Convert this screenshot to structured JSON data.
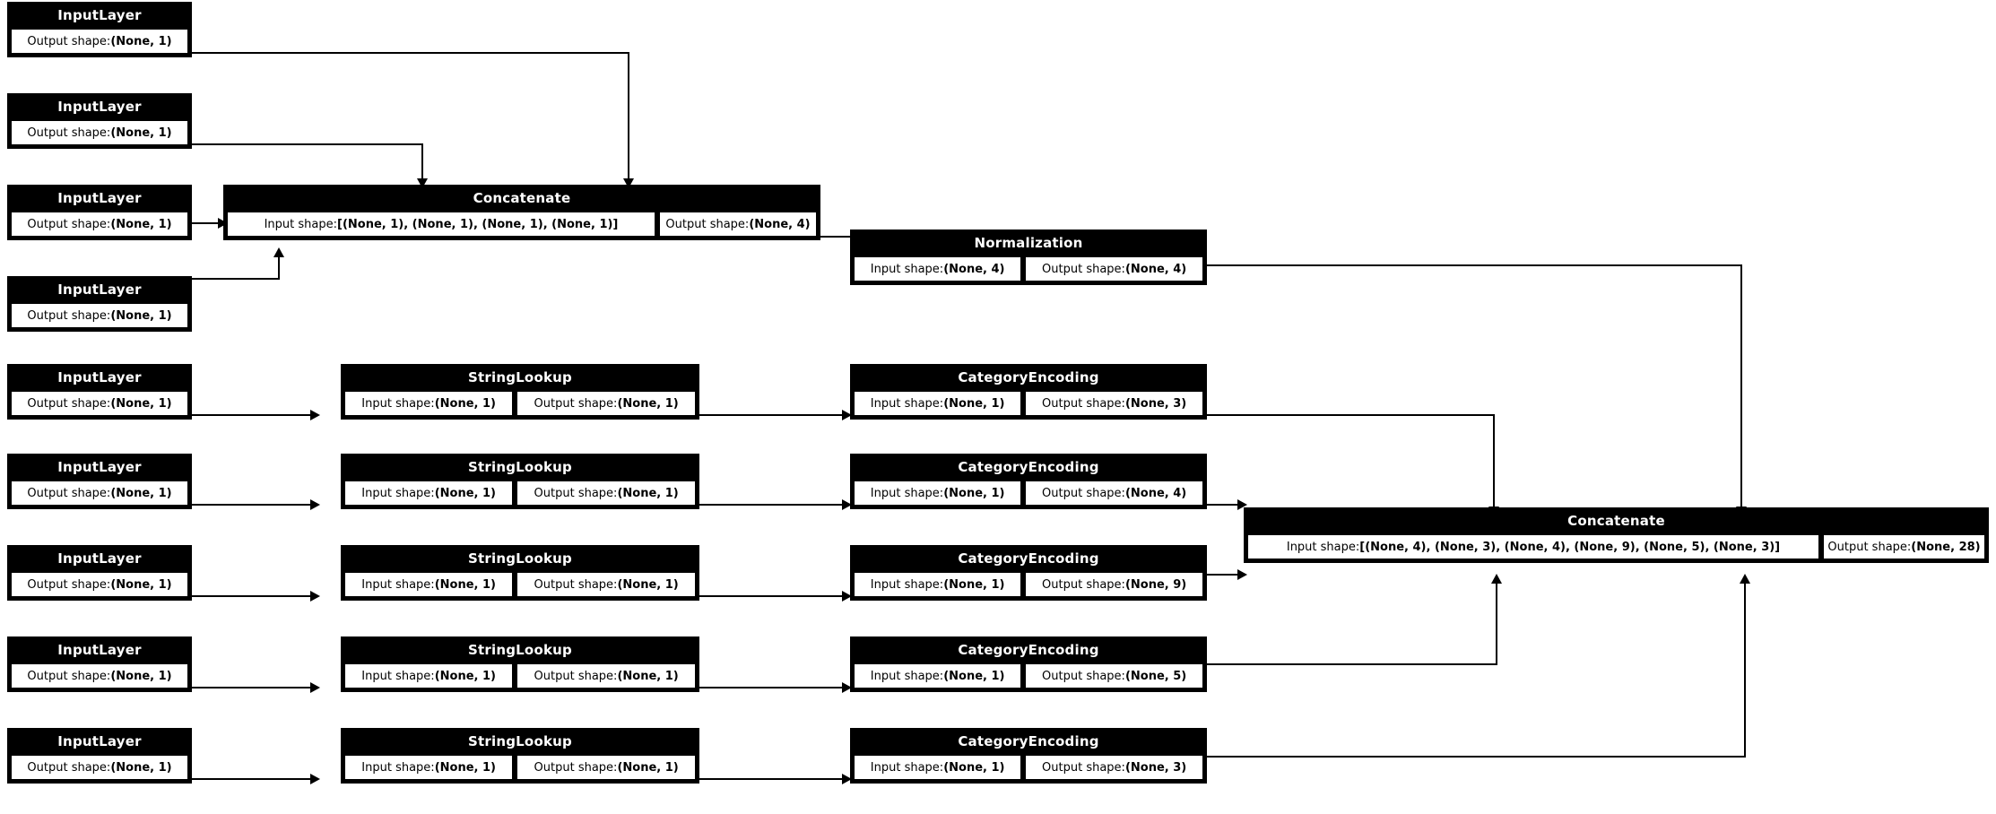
{
  "diagram": {
    "kind": "keras-model-plot",
    "title_text": "",
    "colors": {
      "node_header_bg": "#000000",
      "node_header_fg": "#ffffff",
      "field_bg": "#ffffff",
      "field_fg": "#000000",
      "edge": "#000000",
      "page_bg": "#ffffff"
    },
    "labels": {
      "input_shape_prefix": "Input shape: ",
      "output_shape_prefix": "Output shape: "
    }
  },
  "nodes": {
    "numeric_inputs": [
      {
        "type": "InputLayer",
        "output_shape": "(None, 1)"
      },
      {
        "type": "InputLayer",
        "output_shape": "(None, 1)"
      },
      {
        "type": "InputLayer",
        "output_shape": "(None, 1)"
      },
      {
        "type": "InputLayer",
        "output_shape": "(None, 1)"
      }
    ],
    "numeric_concat": {
      "type": "Concatenate",
      "input_shape": "[(None, 1), (None, 1), (None, 1), (None, 1)]",
      "output_shape": "(None, 4)"
    },
    "normalization": {
      "type": "Normalization",
      "input_shape": "(None, 4)",
      "output_shape": "(None, 4)"
    },
    "categorical_rows": [
      {
        "input": {
          "type": "InputLayer",
          "output_shape": "(None, 1)"
        },
        "lookup": {
          "type": "StringLookup",
          "input_shape": "(None, 1)",
          "output_shape": "(None, 1)"
        },
        "encoding": {
          "type": "CategoryEncoding",
          "input_shape": "(None, 1)",
          "output_shape": "(None, 3)"
        }
      },
      {
        "input": {
          "type": "InputLayer",
          "output_shape": "(None, 1)"
        },
        "lookup": {
          "type": "StringLookup",
          "input_shape": "(None, 1)",
          "output_shape": "(None, 1)"
        },
        "encoding": {
          "type": "CategoryEncoding",
          "input_shape": "(None, 1)",
          "output_shape": "(None, 4)"
        }
      },
      {
        "input": {
          "type": "InputLayer",
          "output_shape": "(None, 1)"
        },
        "lookup": {
          "type": "StringLookup",
          "input_shape": "(None, 1)",
          "output_shape": "(None, 1)"
        },
        "encoding": {
          "type": "CategoryEncoding",
          "input_shape": "(None, 1)",
          "output_shape": "(None, 9)"
        }
      },
      {
        "input": {
          "type": "InputLayer",
          "output_shape": "(None, 1)"
        },
        "lookup": {
          "type": "StringLookup",
          "input_shape": "(None, 1)",
          "output_shape": "(None, 1)"
        },
        "encoding": {
          "type": "CategoryEncoding",
          "input_shape": "(None, 1)",
          "output_shape": "(None, 5)"
        }
      },
      {
        "input": {
          "type": "InputLayer",
          "output_shape": "(None, 1)"
        },
        "lookup": {
          "type": "StringLookup",
          "input_shape": "(None, 1)",
          "output_shape": "(None, 1)"
        },
        "encoding": {
          "type": "CategoryEncoding",
          "input_shape": "(None, 1)",
          "output_shape": "(None, 3)"
        }
      }
    ],
    "final_concat": {
      "type": "Concatenate",
      "input_shape": "[(None, 4), (None, 3), (None, 4), (None, 9), (None, 5), (None, 3)]",
      "output_shape": "(None, 28)"
    }
  }
}
